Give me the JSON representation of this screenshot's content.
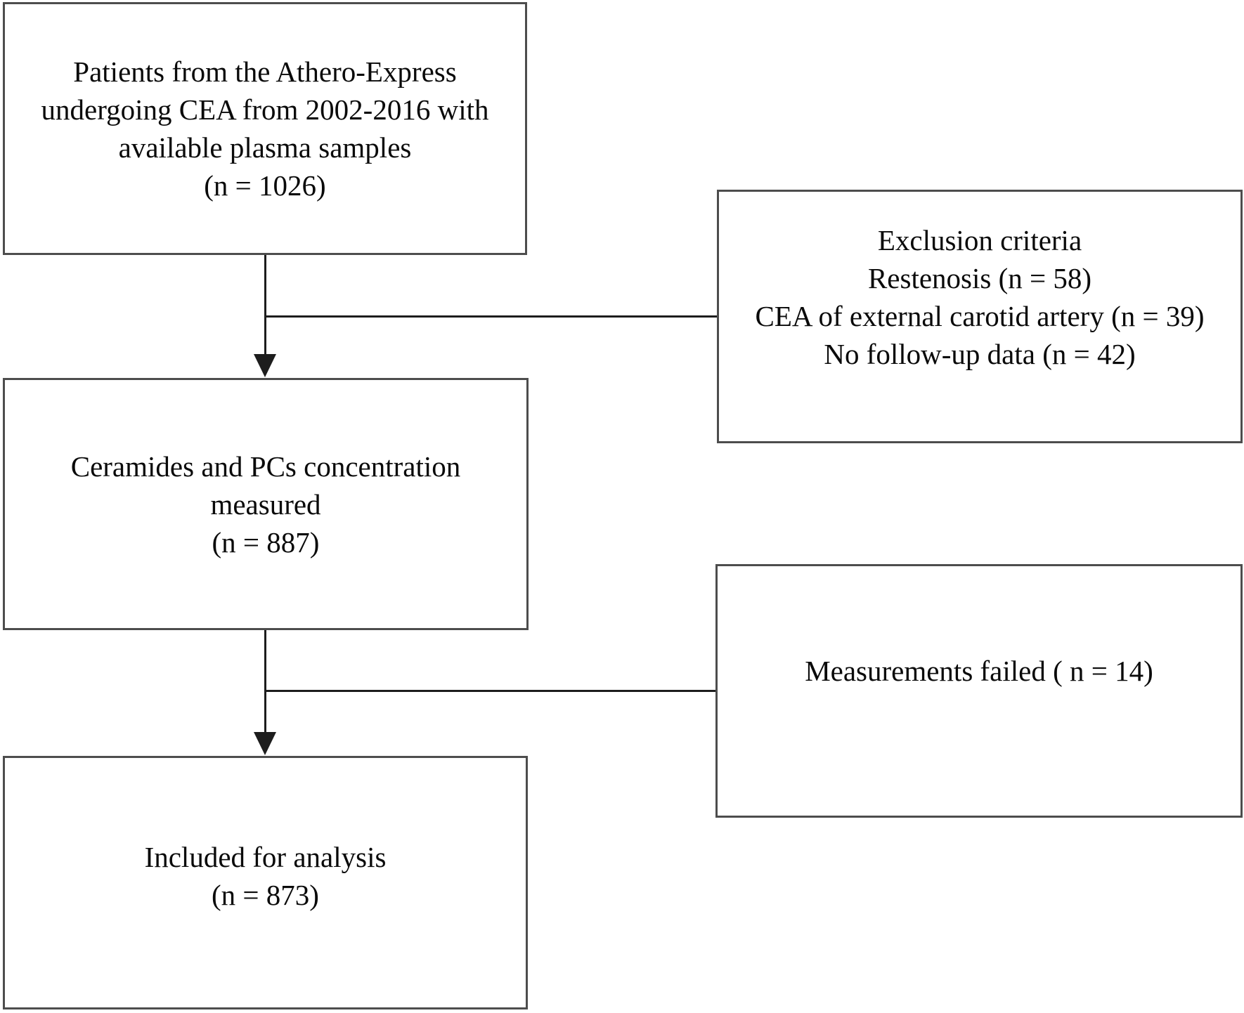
{
  "boxes": {
    "patients": {
      "lines": [
        "Patients from the Athero-Express",
        "undergoing CEA from 2002-2016 with",
        "available plasma samples",
        "(n = 1026)"
      ]
    },
    "exclusion": {
      "lines": [
        "Exclusion criteria",
        "Restenosis (n = 58)",
        "CEA of external carotid artery (n = 39)",
        "No follow-up data (n = 42)"
      ]
    },
    "measured": {
      "lines": [
        "Ceramides and PCs concentration",
        "measured",
        "(n = 887)"
      ]
    },
    "failed": {
      "lines": [
        "Measurements failed ( n = 14)"
      ]
    },
    "included": {
      "lines": [
        "Included for analysis",
        "(n = 873)"
      ]
    }
  },
  "colors": {
    "background": "#ffffff",
    "box_border": "#4d4d4d",
    "connector_line": "#1d1d1d",
    "text": "#0a0a0a"
  }
}
